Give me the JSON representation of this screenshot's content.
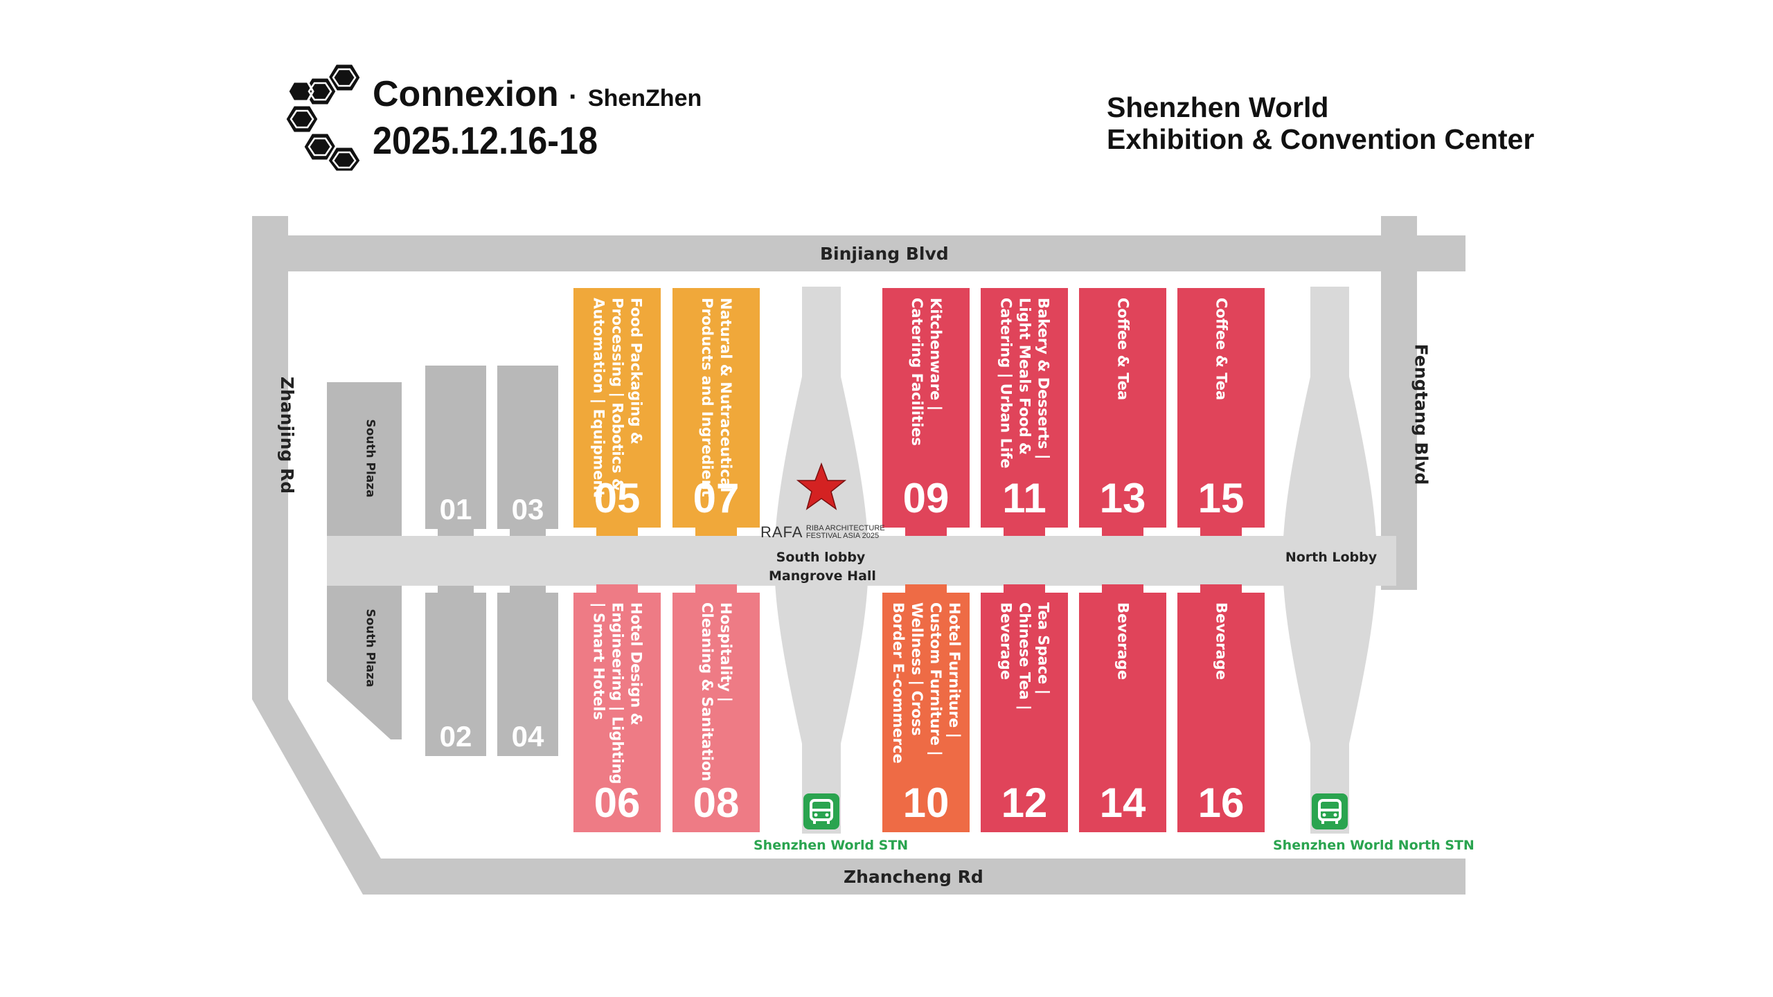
{
  "header": {
    "brand": "Connexion",
    "separator": "·",
    "city": "ShenZhen",
    "dates": "2025.12.16-18",
    "venue_line1": "Shenzhen World",
    "venue_line2": "Exhibition & Convention Center"
  },
  "roads": {
    "north": "Binjiang Blvd",
    "south": "Zhancheng Rd",
    "west": "Zhanjing Rd",
    "east": "Fengtang Blvd"
  },
  "plazas": {
    "north": "South Plaza",
    "south": "South Plaza"
  },
  "small_halls": [
    "01",
    "03",
    "02",
    "04"
  ],
  "halls": [
    {
      "number": "05",
      "category": [
        "Food Packaging &",
        "Processing | Robotics &",
        "Automation | Equipment"
      ],
      "color": "#f0a83a"
    },
    {
      "number": "07",
      "category": [
        "Natural & Nutraceutical",
        "Products and Ingredient"
      ],
      "color": "#f0a83a"
    },
    {
      "number": "09",
      "category": [
        "Kitchenware |",
        "Catering Facilities"
      ],
      "color": "#e0445a"
    },
    {
      "number": "11",
      "category": [
        "Bakery & Desserts |",
        "Light Meals Food &",
        "Catering | Urban Life"
      ],
      "color": "#e0445a"
    },
    {
      "number": "13",
      "category": [
        "Coffee & Tea"
      ],
      "color": "#e0445a"
    },
    {
      "number": "15",
      "category": [
        "Coffee & Tea"
      ],
      "color": "#e0445a"
    },
    {
      "number": "06",
      "category": [
        "Hotel Design &",
        "Engineering | Lighting",
        "| Smart Hotels"
      ],
      "color": "#ee7b85"
    },
    {
      "number": "08",
      "category": [
        "Hospitality |",
        "Cleaning & Sanitation"
      ],
      "color": "#ee7b85"
    },
    {
      "number": "10",
      "category": [
        "Hotel Furniture |",
        "Custom Furniture |",
        "Wellness | Cross",
        "Border E-commerce"
      ],
      "color": "#ee6b45"
    },
    {
      "number": "12",
      "category": [
        "Tea Space |",
        "Chinese Tea |",
        "Beverage"
      ],
      "color": "#e0445a"
    },
    {
      "number": "14",
      "category": [
        "Beverage"
      ],
      "color": "#e0445a"
    },
    {
      "number": "16",
      "category": [
        "Beverage"
      ],
      "color": "#e0445a"
    }
  ],
  "lobbies": {
    "south_line1": "South lobby",
    "south_line2": "Mangrove Hall",
    "north": "North Lobby"
  },
  "rafa": {
    "mark": "RAFA",
    "line1": "RIBA ARCHITECTURE",
    "line2": "FESTIVAL ASIA 2025"
  },
  "stations": {
    "south": "Shenzhen World STN",
    "north": "Shenzhen World North STN"
  },
  "icons": {
    "logo": "hexagon-logo-icon",
    "star": "star-marker-icon",
    "bus": "bus-station-icon"
  },
  "colors": {
    "orange": "#f0a83a",
    "red": "#e0445a",
    "pink": "#ee7b85",
    "coral": "#ee6b45",
    "road": "#c6c6c6",
    "block": "#b8b8b8",
    "station_green": "#2aa44f"
  }
}
